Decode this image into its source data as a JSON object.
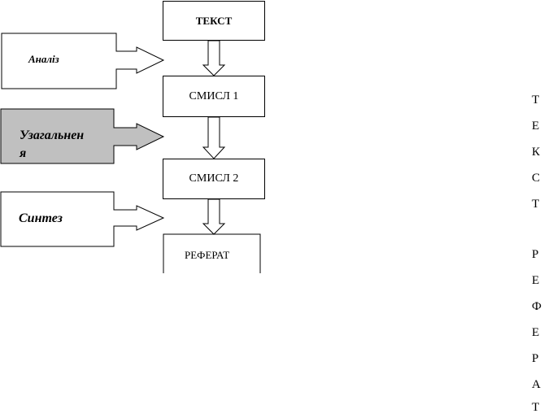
{
  "flow": {
    "boxes": {
      "text": "ТЕКСТ",
      "meaning1": "СМИСЛ 1",
      "meaning2": "СМИСЛ 2",
      "abstract": "РЕФЕРАТ"
    },
    "stages": {
      "analysis": "Аналіз",
      "generalization_line1": "Узагальнен",
      "generalization_line2": "я",
      "synthesis": "Синтез"
    },
    "generalization_fill": "#c0c0c0"
  },
  "vertical_text": {
    "word1": [
      "Т",
      "Е",
      "К",
      "С",
      "Т"
    ],
    "word2": [
      "Р",
      "Е",
      "Ф",
      "Е",
      "Р",
      "А",
      "Т"
    ]
  }
}
